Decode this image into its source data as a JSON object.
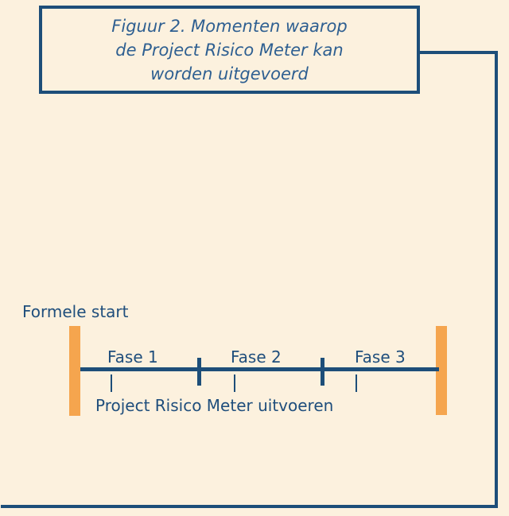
{
  "figure": {
    "title_lines": [
      "Figuur 2. Momenten waarop",
      "de Project Risico Meter kan",
      "worden uitgevoerd"
    ]
  },
  "timeline": {
    "start_label": "Formele start",
    "phases": [
      {
        "label": "Fase 1"
      },
      {
        "label": "Fase 2"
      },
      {
        "label": "Fase 3"
      }
    ],
    "caption": "Project Risico Meter uitvoeren"
  },
  "colors": {
    "background": "#fcf1de",
    "line_blue": "#1d4e79",
    "title_text_blue": "#2e5f91",
    "body_text_blue": "#1f4e7c",
    "marker_orange": "#f5a54e"
  }
}
